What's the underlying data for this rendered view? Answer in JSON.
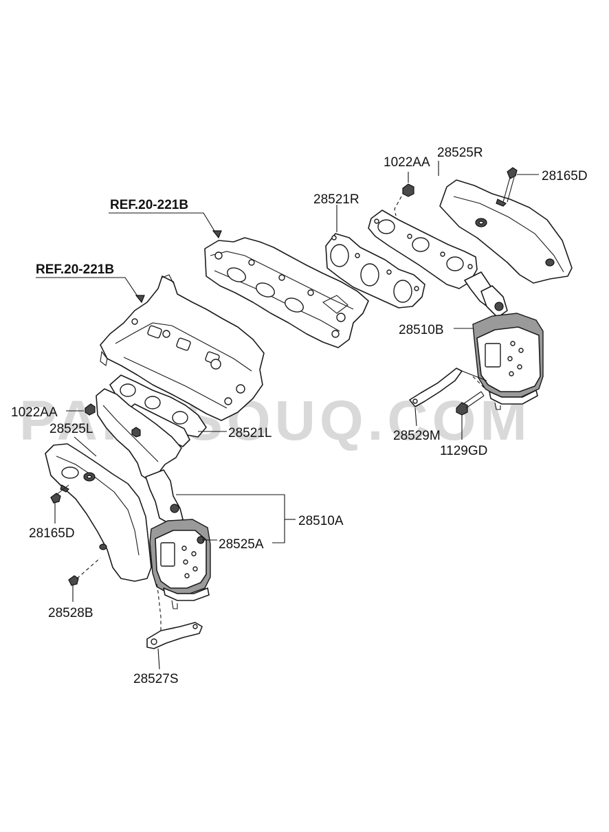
{
  "watermark": "PARTSOUQ.COM",
  "references": [
    {
      "id": "ref-upper",
      "text": "REF.20-221B"
    },
    {
      "id": "ref-lower",
      "text": "REF.20-221B"
    }
  ],
  "labels": {
    "nut_right": "1022AA",
    "heat_shield_right": "28525R",
    "bolt_right": "28165D",
    "gasket_right": "28521R",
    "catalytic_right": "28510B",
    "bracket_right": "28529M",
    "bolt_1129": "1129GD",
    "nut_left": "1022AA",
    "heat_shield_left": "28525L",
    "gasket_left": "28521L",
    "catalytic_left": "28510A",
    "converter_shield": "28525A",
    "bolt_left": "28165D",
    "bolt_28528": "28528B",
    "bracket_left": "28527S"
  }
}
